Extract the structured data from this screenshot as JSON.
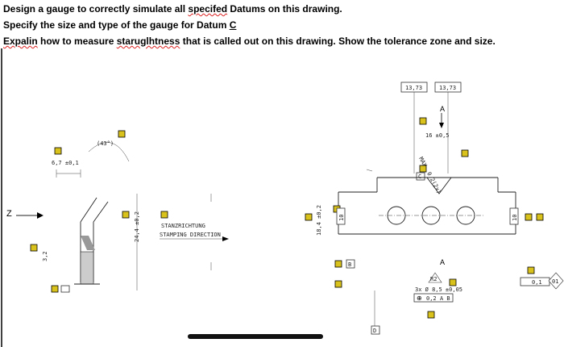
{
  "questions": {
    "q1_pre": "Design a gauge to correctly simulate all ",
    "q1_typo": "specifed",
    "q1_post": " Datums on this drawing.",
    "q2_pre": "Specify the size and type of the gauge for Datum ",
    "q2_letter": "C",
    "q3_typo1": "Expalin",
    "q3_mid": " how to measure ",
    "q3_typo2": "staruglhtness",
    "q3_post": " that is called out on this drawing. Show the tolerance zone and size."
  },
  "drawing": {
    "left_view": {
      "dim_top": "6,7 ±0,1",
      "angle": "(43°)",
      "side_dim": "24,4 ±0,2",
      "small_dim": "3,2",
      "datum": "Z",
      "stamping_de": "STANZRICHTUNG",
      "stamping_en": "STAMPING DIRECTION"
    },
    "right_view": {
      "dim_a": "13,73",
      "dim_b": "13,73",
      "section": "A",
      "section_bottom": "A",
      "width_dim": "16 ±0,5",
      "diag_dim": "MAX. 0,2(2x)",
      "datum_c": "C",
      "datum_b": "B",
      "datum_d": "D",
      "left_height": "18,4 ±0,2",
      "mid_flat": "10",
      "right_flat": "10",
      "right_tol": "0,1",
      "balloon": "01",
      "hole_callout": "3x Ø 8,5 ±0,05",
      "radius": "R2",
      "pos_tol": "0,2",
      "pos_refs": "A B"
    }
  }
}
